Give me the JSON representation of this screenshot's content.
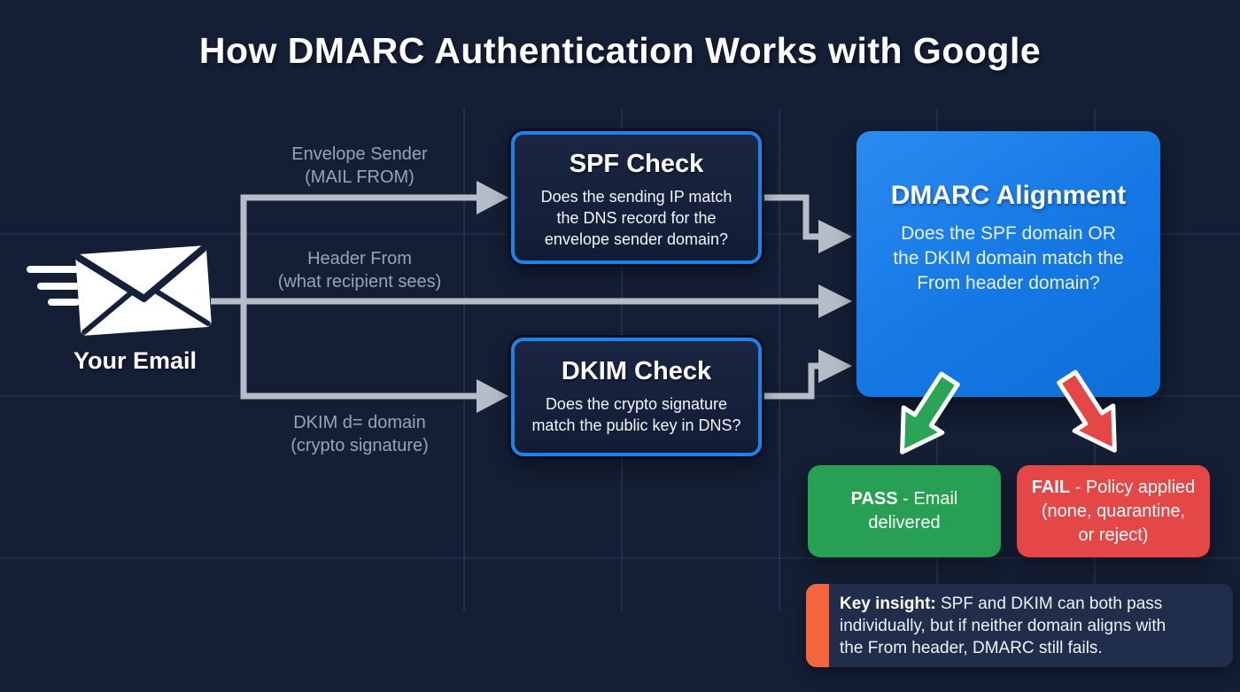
{
  "title": "How DMARC Authentication Works with Google",
  "source": {
    "label": "Your Email"
  },
  "path_labels": {
    "envelope_sender": {
      "line1": "Envelope Sender",
      "line2": "(MAIL FROM)"
    },
    "header_from": {
      "line1": "Header From",
      "line2": "(what recipient sees)"
    },
    "dkim_domain": {
      "line1": "DKIM d= domain",
      "line2": "(crypto signature)"
    }
  },
  "spf_check": {
    "title": "SPF Check",
    "body_lines": [
      "Does the sending IP match",
      "the DNS record for the",
      "envelope sender domain?"
    ]
  },
  "dkim_check": {
    "title": "DKIM Check",
    "body_lines": [
      "Does the crypto signature",
      "match the public key in DNS?"
    ]
  },
  "dmarc_alignment": {
    "title": "DMARC Alignment",
    "body_lines": [
      "Does the SPF domain OR",
      "the DKIM domain match the",
      "From header domain?"
    ]
  },
  "pass_box": {
    "bold": "PASS",
    "rest": " - Email",
    "line2": "delivered"
  },
  "fail_box": {
    "bold": "FAIL",
    "rest": " - Policy applied",
    "line2": "(none, quarantine,",
    "line3": "or reject)"
  },
  "key_insight": {
    "bold": "Key insight:",
    "line1_rest": " SPF and DKIM can both pass",
    "line2": "individually, but if neither domain aligns with",
    "line3": "the From header, DMARC still fails."
  },
  "icons": {
    "email_icon": "email-send-icon",
    "pass_arrow": "green-down-left-arrow-icon",
    "fail_arrow": "red-down-right-arrow-icon"
  },
  "colors": {
    "background": "#141e34",
    "dmarc_blue": "#1579e4",
    "check_border_blue": "#1e82ec",
    "pass_green": "#27a053",
    "fail_red": "#e54747",
    "insight_accent_orange": "#f4653e",
    "connector_gray": "#b7bdc7",
    "label_gray": "#9aa3b6"
  }
}
